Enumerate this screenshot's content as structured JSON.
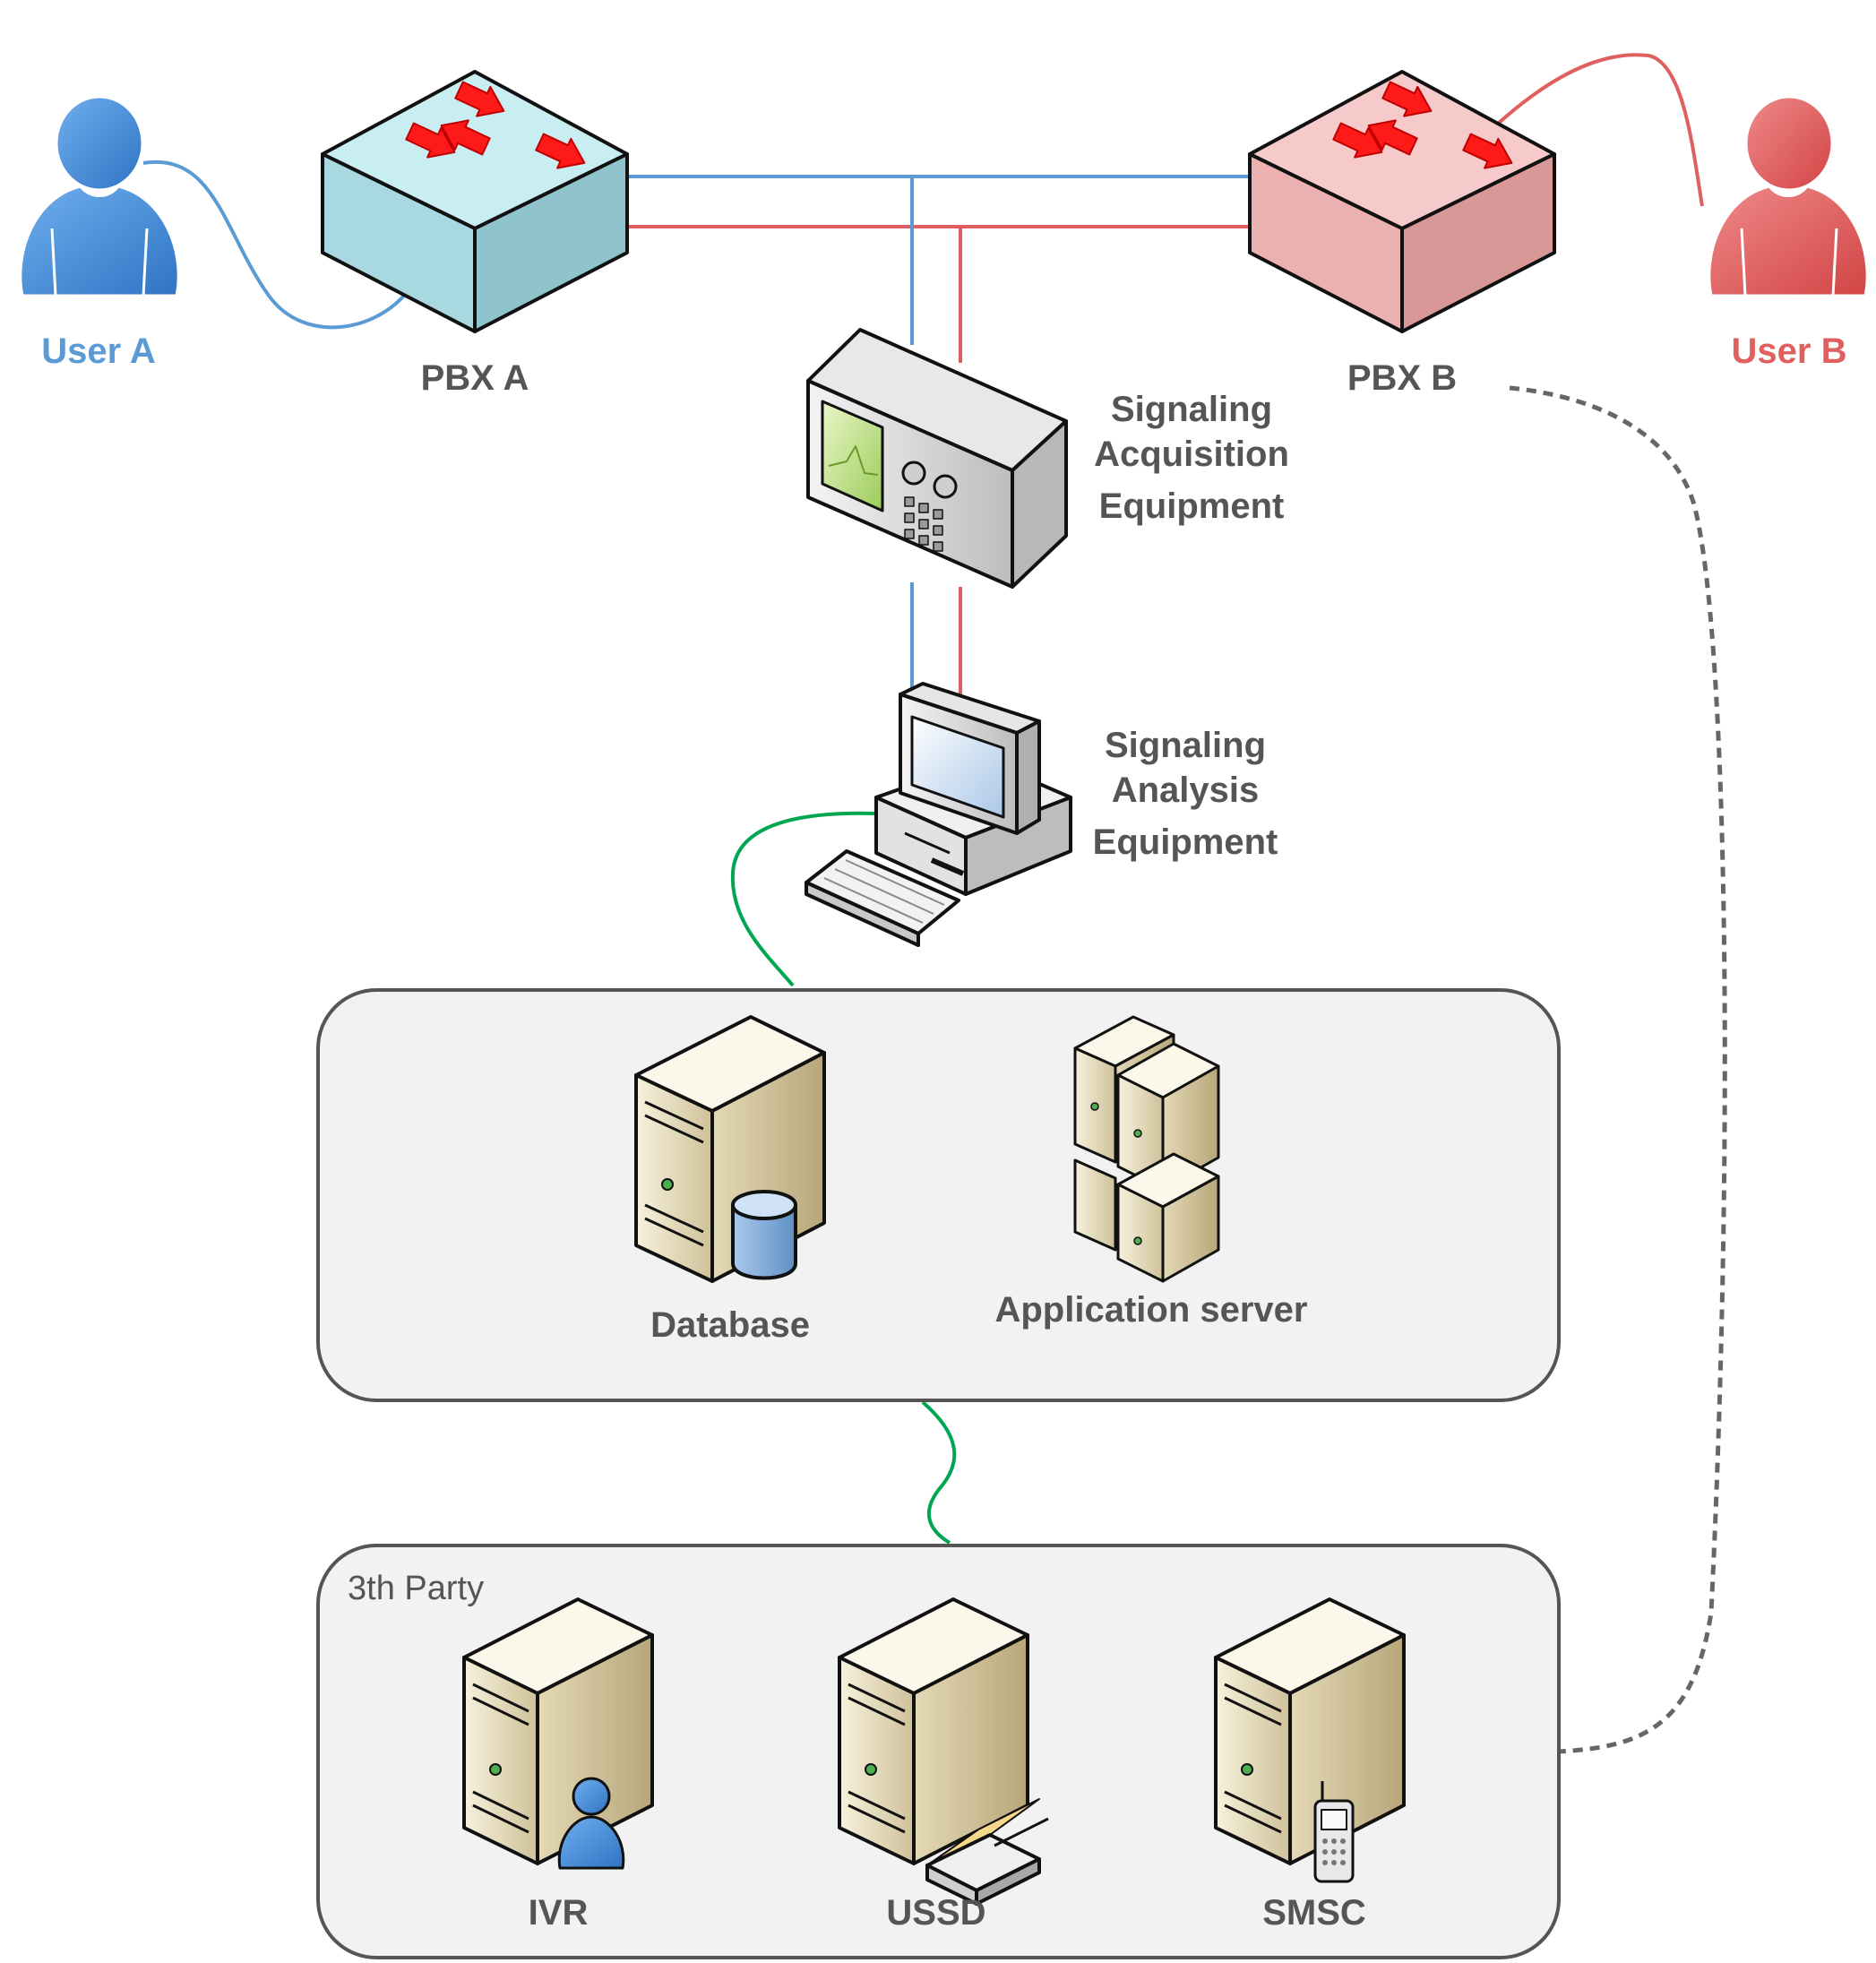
{
  "nodes": {
    "user_a": "User A",
    "user_b": "User B",
    "pbx_a": "PBX A",
    "pbx_b": "PBX B",
    "acquisition": [
      "Signaling",
      "Acquisition",
      "Equipment"
    ],
    "analysis": [
      "Signaling",
      "Analysis",
      "Equipment"
    ],
    "database": "Database",
    "app_server": "Application server",
    "ivr": "IVR",
    "ussd": "USSD",
    "smsc": "SMSC"
  },
  "groups": {
    "third_party": "3th Party"
  },
  "colors": {
    "user_a": "#5b9bd5",
    "user_b": "#e06060",
    "link_green": "#00a651",
    "link_dashed": "#666666",
    "label_gray": "#555555",
    "group_fill": "#f2f2f2",
    "group_stroke": "#555555"
  },
  "icons": {
    "user_a": "user-icon",
    "user_b": "user-icon",
    "pbx_a": "switch-icon",
    "pbx_b": "switch-icon",
    "acquisition": "protocol-analyzer-icon",
    "analysis": "workstation-icon",
    "database": "database-server-icon",
    "app_server": "server-cluster-icon",
    "ivr": "ivr-server-icon",
    "ussd": "ussd-server-icon",
    "smsc": "sms-server-icon"
  }
}
